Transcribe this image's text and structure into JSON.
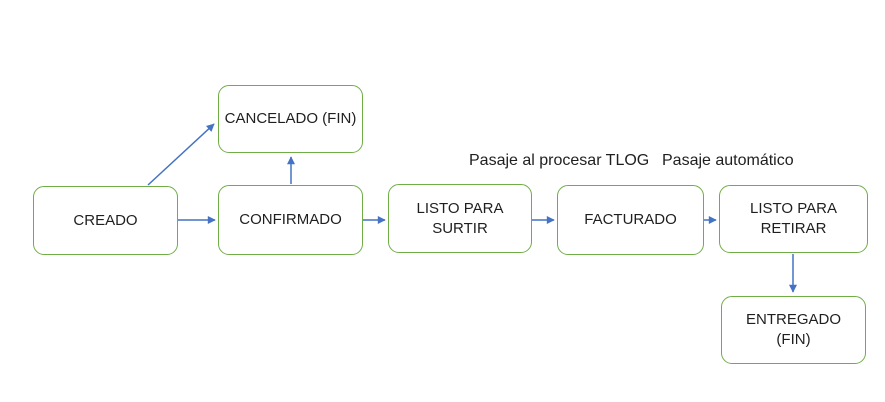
{
  "diagram": {
    "type": "flowchart",
    "nodes": {
      "creado": {
        "label": "CREADO"
      },
      "cancelado": {
        "label": "CANCELADO (FIN)"
      },
      "confirmado": {
        "label": "CONFIRMADO"
      },
      "listo_para_surtir": {
        "label": "LISTO PARA SURTIR"
      },
      "facturado": {
        "label": "FACTURADO"
      },
      "listo_para_retirar": {
        "label": "LISTO PARA RETIRAR"
      },
      "entregado": {
        "label": "ENTREGADO (FIN)"
      }
    },
    "edges": [
      {
        "from": "creado",
        "to": "confirmado",
        "label": ""
      },
      {
        "from": "creado",
        "to": "cancelado",
        "label": ""
      },
      {
        "from": "confirmado",
        "to": "cancelado",
        "label": ""
      },
      {
        "from": "confirmado",
        "to": "listo_para_surtir",
        "label": ""
      },
      {
        "from": "listo_para_surtir",
        "to": "facturado",
        "label": "Pasaje al procesar TLOG"
      },
      {
        "from": "facturado",
        "to": "listo_para_retirar",
        "label": "Pasaje automático"
      },
      {
        "from": "listo_para_retirar",
        "to": "entregado",
        "label": ""
      }
    ],
    "edge_labels": {
      "procesar_tlog": "Pasaje al procesar TLOG",
      "automatico": "Pasaje automático"
    },
    "colors": {
      "node_border": "#70AD47",
      "arrow": "#4472C4",
      "text": "#1F1F1F",
      "background": "#FFFFFF"
    }
  }
}
